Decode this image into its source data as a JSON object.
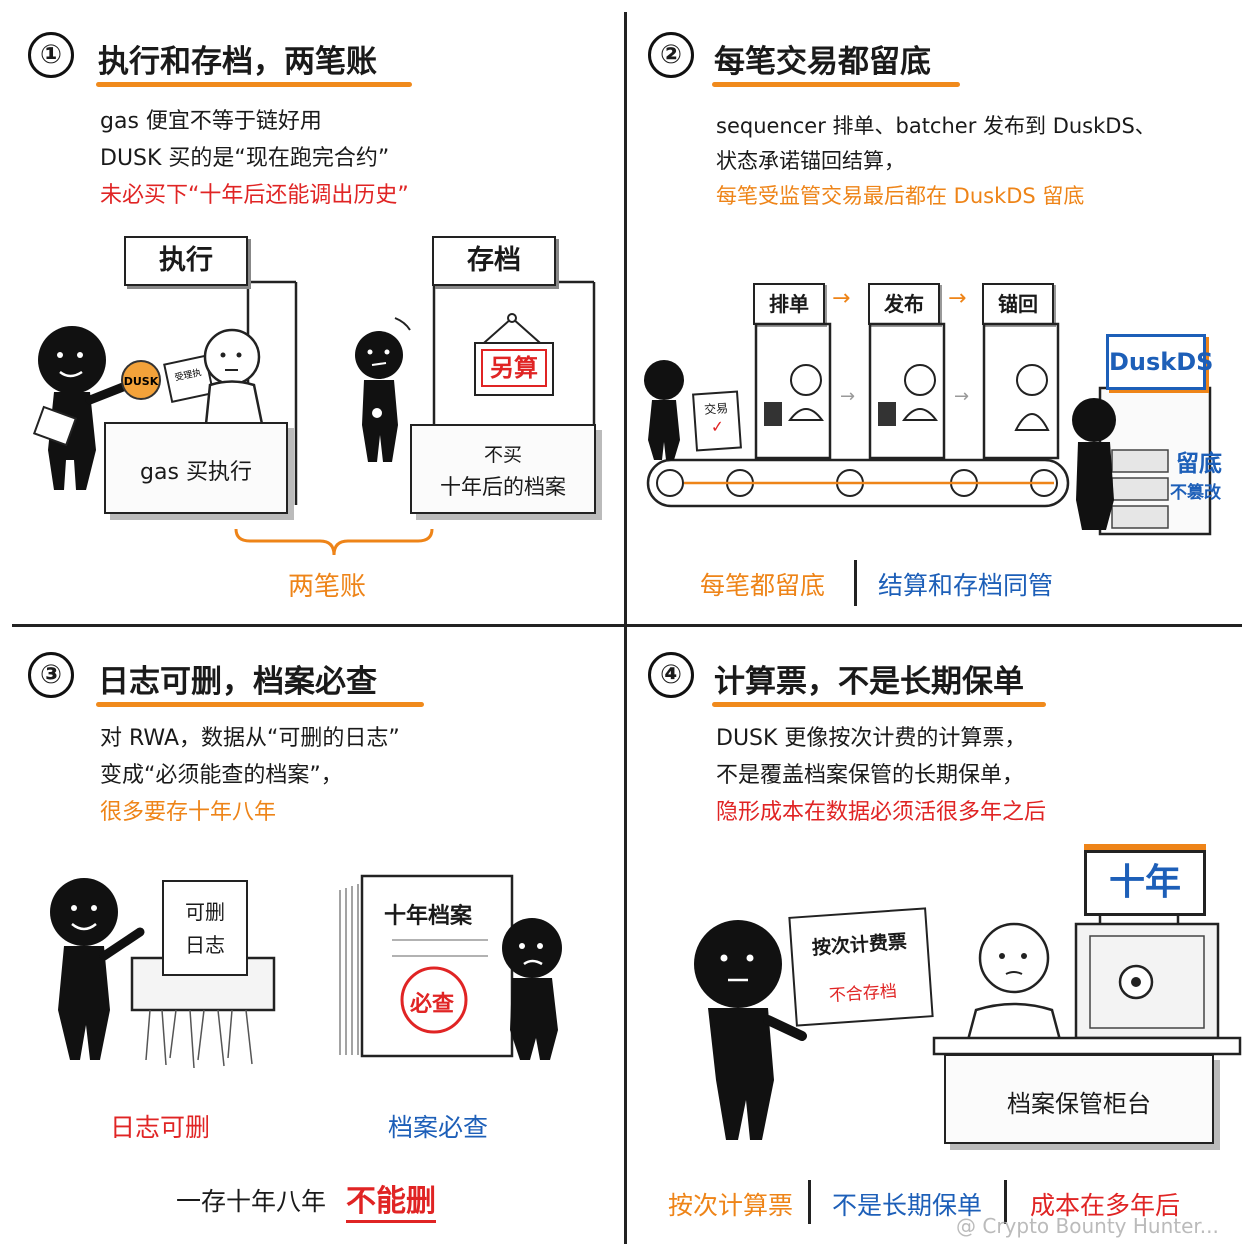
{
  "panel1": {
    "num": "①",
    "title": "执行和存档，两笔账",
    "lines": [
      "gas 便宜不等于链好用",
      "DUSK 买的是“现在跑完合约”",
      "未必买下“十年后还能调出历史”"
    ],
    "sign_exec": "执行",
    "sign_archive": "存档",
    "hanging_sign": "另算",
    "coin_label": "DUSK",
    "ticket_label": "受理执",
    "counter_exec": "gas 买执行",
    "counter_archive_1": "不买",
    "counter_archive_2": "十年后的档案",
    "brace_label": "两笔账"
  },
  "panel2": {
    "num": "②",
    "title": "每笔交易都留底",
    "lines": [
      "sequencer 排单、batcher 发布到 DuskDS、",
      "状态承诺锚回结算，",
      "每笔受监管交易最后都在 DuskDS 留底"
    ],
    "stations": [
      "排单",
      "发布",
      "锚回"
    ],
    "arrow_glyph": "→",
    "doc_label": "交易",
    "duskds_label": "DuskDS",
    "cabinet_label_1": "留底",
    "cabinet_label_2": "不篡改",
    "footer_left": "每笔都留底",
    "footer_right": "结算和存档同管"
  },
  "panel3": {
    "num": "③",
    "title": "日志可删，档案必查",
    "lines": [
      "对 RWA，数据从“可删的日志”",
      "变成“必须能查的档案”，",
      "很多要存十年八年"
    ],
    "paper_label_1": "可删",
    "paper_label_2": "日志",
    "stack_label": "十年档案",
    "stamp_label": "必查",
    "caption_left": "日志可删",
    "caption_right": "档案必查",
    "bottom_text": "一存十年八年",
    "bottom_emph": "不能删"
  },
  "panel4": {
    "num": "④",
    "title": "计算票，不是长期保单",
    "lines": [
      "DUSK 更像按次计费的计算票，",
      "不是覆盖档案保管的长期保单，",
      "隐形成本在数据必须活很多年之后"
    ],
    "ticket_label_1": "按次计费票",
    "ticket_label_2": "不合存档",
    "ten_years": "十年",
    "counter_label": "档案保管柜台",
    "footer": [
      "按次计算票",
      "不是长期保单",
      "成本在多年后"
    ],
    "watermark": "@ Crypto Bounty Hunter..."
  },
  "colors": {
    "accent_orange": "#ee8418",
    "red": "#e02424",
    "blue": "#1d5fb8",
    "ink": "#1a1a1a"
  }
}
